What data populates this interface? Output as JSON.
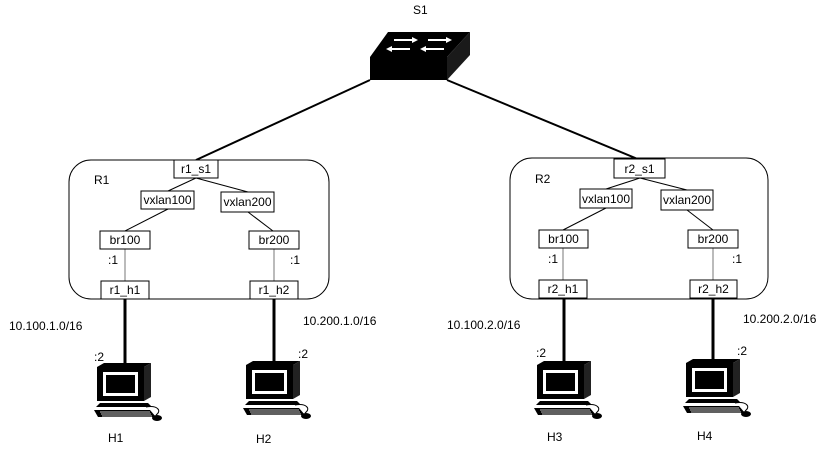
{
  "switch": {
    "label": "S1",
    "icon": "network-switch-icon"
  },
  "routers": [
    {
      "label": "R1",
      "uplink": "r1_s1",
      "vxlans": [
        "vxlan100",
        "vxlan200"
      ],
      "bridges": [
        "br100",
        "br200"
      ],
      "ifaces": [
        "r1_h1",
        "r1_h2"
      ],
      "port_marks": [
        ":1",
        ":1"
      ]
    },
    {
      "label": "R2",
      "uplink": "r2_s1",
      "vxlans": [
        "vxlan100",
        "vxlan200"
      ],
      "bridges": [
        "br100",
        "br200"
      ],
      "ifaces": [
        "r2_h1",
        "r2_h2"
      ],
      "port_marks": [
        ":1",
        ":1"
      ]
    }
  ],
  "subnets": [
    "10.100.1.0/16",
    "10.200.1.0/16",
    "10.100.2.0/16",
    "10.200.2.0/16"
  ],
  "hosts": [
    {
      "label": "H1",
      "port_mark": ":2",
      "icon": "desktop-computer-icon"
    },
    {
      "label": "H2",
      "port_mark": ":2",
      "icon": "desktop-computer-icon"
    },
    {
      "label": "H3",
      "port_mark": ":2",
      "icon": "desktop-computer-icon"
    },
    {
      "label": "H4",
      "port_mark": ":2",
      "icon": "desktop-computer-icon"
    }
  ]
}
